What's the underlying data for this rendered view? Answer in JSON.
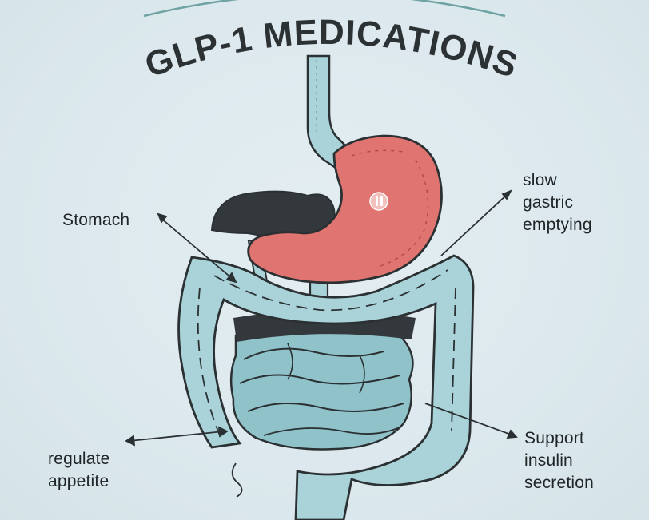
{
  "title": "GLP-1 MEDICATIONS",
  "labels": {
    "stomach": "Stomach",
    "gastric": [
      "slow",
      "gastric",
      "emptying"
    ],
    "appetite": [
      "regulate",
      "appetite"
    ],
    "insulin": [
      "Support",
      "insulin",
      "secretion"
    ]
  },
  "colors": {
    "background": "#dde9ee",
    "stomach": "#e07470",
    "intestine": "#a9d3d8",
    "small_intestine": "#8fc3c9",
    "outline": "#2b3033",
    "liver": "#33383c",
    "arc": "#6fa3a3"
  }
}
